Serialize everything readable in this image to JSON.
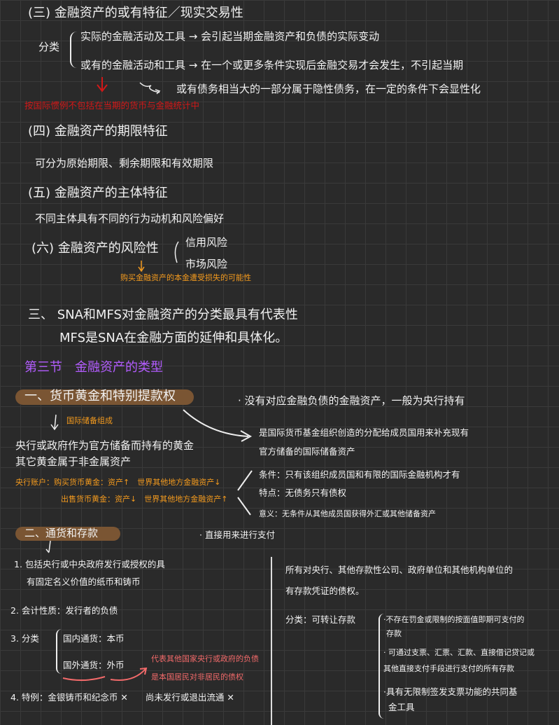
{
  "s3": {
    "title": "(三) 金融资产的或有特征／现实交易性",
    "classify_label": "分类",
    "actual": "实际的金融活动及工具 → 会引起当期金融资产和负债的实际变动",
    "contingent": "或有的金融活动和工具 → 在一个或更多条件实现后金融交易才会发生，不引起当期",
    "contingent_note": "或有债务相当大的一部分属于隐性债务，在一定的条件下会显性化",
    "red_note": "按国际惯例不包括在当期的货币与金融统计中"
  },
  "s4": {
    "title": "(四) 金融资产的期限特征",
    "body": "可分为原始期限、剩余期限和有效期限"
  },
  "s5": {
    "title": "(五) 金融资产的主体特征",
    "body": "不同主体具有不同的行为动机和风险偏好"
  },
  "s6": {
    "title": "(六) 金融资产的风险性",
    "credit": "信用风险",
    "market": "市场风险",
    "note": "购买金融资产的本金遭受损失的可能性"
  },
  "sna": {
    "line1": "三、 SNA和MFS对金融资产的分类最具有代表性",
    "line2": "MFS是SNA在金融方面的延伸和具体化。"
  },
  "chapter": "第三节　金融资产的类型",
  "gold": {
    "title": "一、货币黄金和特别提款权",
    "point": "· 没有对应金融负债的金融资产，一般为央行持有",
    "reserve": "国际储备组成",
    "def1": "央行或政府作为官方储备而持有的黄金",
    "def2": "其它黄金属于非金属资产",
    "acct1": "央行账户：购买货币黄金：资产↑　世界其他地方金融资产↓",
    "acct2": "出售货币黄金：资产↓　世界其他地方金融资产↑",
    "sdr1": "是国际货币基金组织创造的分配给成员国用来补充现有",
    "sdr2": "官方储备的国际储备资产",
    "cond": "条件：只有该组织成员国和有限的国际金融机构才有",
    "feat": "特点：无债务只有债权",
    "mean": "意义：无条件从其他成员国获得外汇或其他储备资产"
  },
  "cash": {
    "title": "二、通货和存款",
    "point": "· 直接用来进行支付",
    "i1a": "1. 包括央行或中央政府发行或授权的具",
    "i1b": "有固定名义价值的纸币和铸币",
    "i2": "2. 会计性质：发行者的负债",
    "i3": "3. 分类",
    "dom": "国内通货：本币",
    "for": "国外通货：外币",
    "pink1": "代表其他国家央行或政府的负债",
    "pink2": "是本国居民对非居民的债权",
    "i4": "4. 特例：金银铸币和纪念币 ✕　　尚未发行或退出流通 ✕",
    "dep1": "所有对央行、其他存款性公司、政府单位和其他机构单位的",
    "dep2": "有存款凭证的债权。",
    "dep_class": "分类：可转让存款",
    "b1a": "·不存在罚金或限制的按面值即期可支付的",
    "b1b": "存款",
    "b2a": "· 可通过支票、汇票、汇款、直接借记贷记或",
    "b2b": "其他直接支付手段进行支付的所有存款",
    "b3a": "·具有无限制签发支票功能的共同基",
    "b3b": "金工具"
  }
}
